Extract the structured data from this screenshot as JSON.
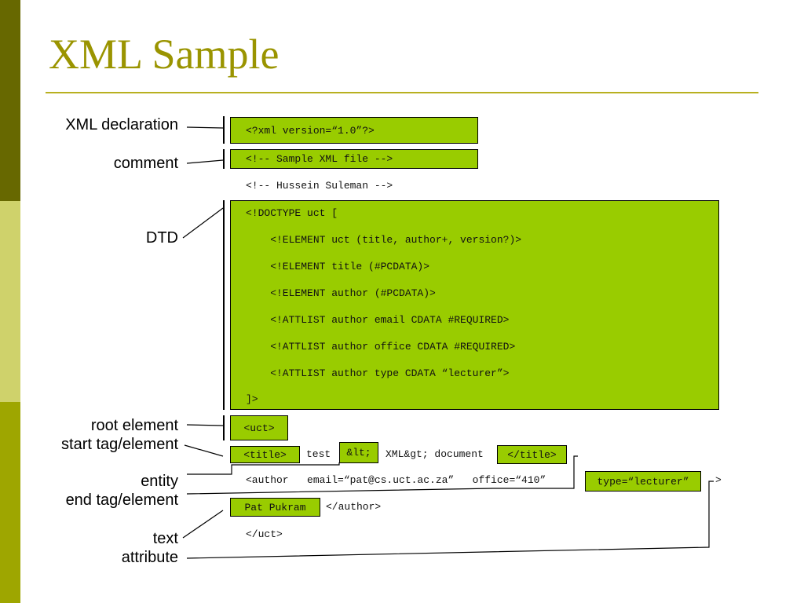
{
  "slide": {
    "title": "XML Sample",
    "colors": {
      "title": "#9a9400",
      "box_fill": "#99cc00",
      "sidebar_dark": "#676800",
      "sidebar_light": "#cfd26b",
      "sidebar_mid": "#9ea600"
    }
  },
  "labels": {
    "xml_declaration": "XML declaration",
    "comment": "comment",
    "dtd": "DTD",
    "root_element": "root element",
    "start_tag": "start tag/element",
    "entity": "entity",
    "end_tag": "end tag/element",
    "text": "text",
    "attribute": "attribute"
  },
  "code": {
    "xml_decl": "<?xml version=“1.0”?>",
    "comment1": "<!-- Sample XML file -->",
    "comment2": "<!-- Hussein Suleman -->",
    "dtd": [
      "<!DOCTYPE uct [",
      "    <!ELEMENT uct (title, author+, version?)>",
      "    <!ELEMENT title (#PCDATA)>",
      "    <!ELEMENT author (#PCDATA)>",
      "    <!ATTLIST author email CDATA #REQUIRED>",
      "    <!ATTLIST author office CDATA #REQUIRED>",
      "    <!ATTLIST author type CDATA “lecturer”>",
      "]>"
    ],
    "root_open": "<uct>",
    "title_open": "<title>",
    "title_text1": "test",
    "entity": "&lt;",
    "title_text2": "XML&gt; document",
    "title_close": "</title>",
    "author_open": "<author   email=“pat@cs.uct.ac.za”   office=“410”",
    "author_type_attr": "type=“lecturer”",
    "author_gt": ">",
    "author_text": "Pat Pukram",
    "author_close": "</author>",
    "root_close": "</uct>"
  }
}
